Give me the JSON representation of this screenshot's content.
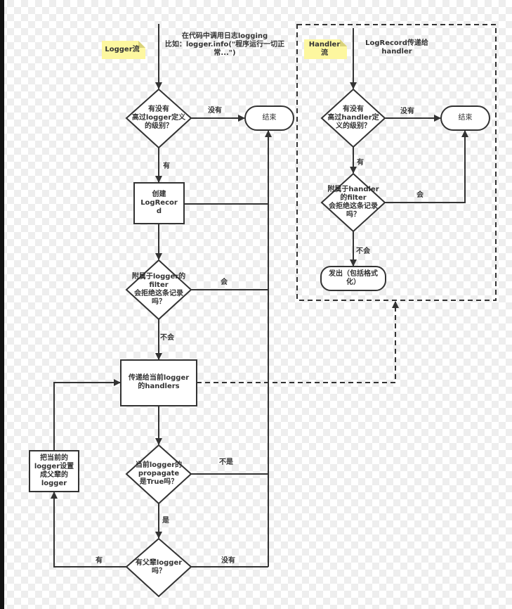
{
  "title": "Python logging flow",
  "notes": {
    "logger_flow": "Logger流",
    "handler_flow": "Handler\n流"
  },
  "logger_flow": {
    "entry_text": "在代码中调用日志logging\n比如：logger.info(\"程序运行一切正\n常...\")",
    "level_check": "有没有\n高过logger定义\n的级别？",
    "end": "结束",
    "create_record": "创建\nLogRecor\nd",
    "filter_check": "附属于logger的\nfilter\n会拒绝这条记录\n吗？",
    "pass_to_handlers": "传递给当前logger\n的handlers",
    "propagate_check": "当前logger的\npropagate\n是True吗？",
    "parent_check": "有父辈logger\n吗？",
    "set_parent": "把当前的\nlogger设置\n成父辈的\nlogger",
    "edges": {
      "level_no": "没有",
      "level_yes": "有",
      "filter_yes": "会",
      "filter_no": "不会",
      "propagate_no": "不是",
      "propagate_yes": "是",
      "parent_yes": "有",
      "parent_no": "没有"
    }
  },
  "handler_flow": {
    "entry_text": "LogRecord传递给\nhandler",
    "level_check": "有没有\n高过handler定\n义的级别？",
    "end": "结束",
    "filter_check": "附属于handler\n的filter\n会拒绝这条记录\n吗？",
    "emit": "发出（包括格式\n化）",
    "edges": {
      "level_no": "没有",
      "level_yes": "有",
      "filter_yes": "会",
      "filter_no": "不会"
    }
  }
}
